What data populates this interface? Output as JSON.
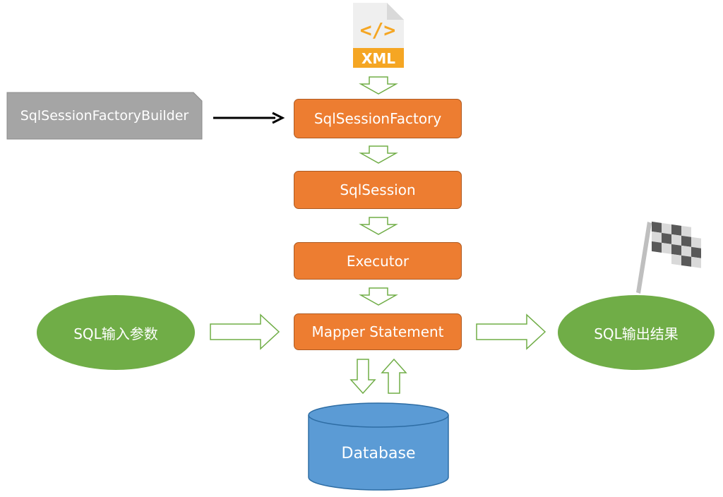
{
  "xml_file": {
    "glyph": "</>",
    "label": "XML",
    "icon": "xml-file-icon"
  },
  "builder": {
    "label": "SqlSessionFactoryBuilder"
  },
  "chain": [
    {
      "id": "factory",
      "label": "SqlSessionFactory"
    },
    {
      "id": "session",
      "label": "SqlSession"
    },
    {
      "id": "executor",
      "label": "Executor"
    },
    {
      "id": "mapper",
      "label": "Mapper Statement"
    }
  ],
  "input": {
    "label": "SQL输入参数"
  },
  "output": {
    "label": "SQL输出结果"
  },
  "database": {
    "label": "Database"
  },
  "flag": {
    "icon": "checkered-flag-icon"
  },
  "colors": {
    "orange": "#ED7D31",
    "green": "#70AD47",
    "gray": "#A5A5A5",
    "blue": "#5B9BD5",
    "xml_orange": "#F5A623"
  }
}
